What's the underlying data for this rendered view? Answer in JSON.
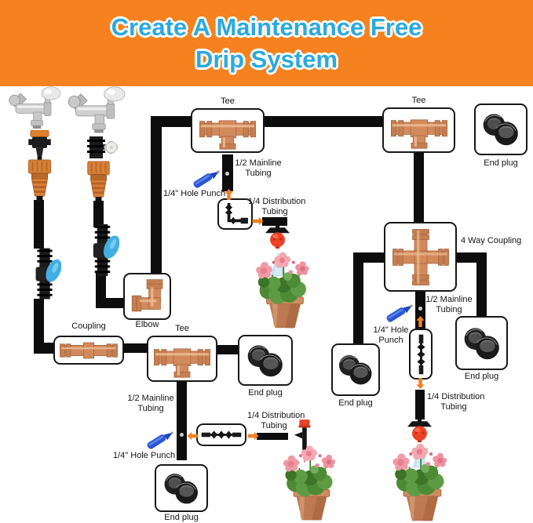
{
  "header": {
    "title_line1": "Create A Maintenance Free",
    "title_line2": "Drip System"
  },
  "labels": {
    "tee": "Tee",
    "elbow": "Elbow",
    "coupling": "Coupling",
    "four_way_coupling": "4 Way Coupling",
    "end_plug": "End plug",
    "half_mainline_line1": "1/2 Mainline",
    "half_mainline_line2": "Tubing",
    "quarter_hole_punch": "1/4\" Hole Punch",
    "quarter_hole_line1": "1/4\" Hole",
    "quarter_hole_line2": "Punch",
    "quarter_dist_line1": "1/4 Distribution",
    "quarter_dist_line2": "Tubing"
  },
  "colors": {
    "header_bg": "#F5821F",
    "title_text": "#2AA9DE",
    "tubing_black": "#0D0D0D",
    "fitting_orange": "#D18A5C",
    "arrow_orange": "#F08122",
    "hole_punch_blue": "#2A55D6",
    "valve_handle_blue": "#41AEE4",
    "sprayer_red": "#EE4226",
    "pot_terracotta": "#BD7950",
    "flower_pink": "#F09AA6"
  }
}
